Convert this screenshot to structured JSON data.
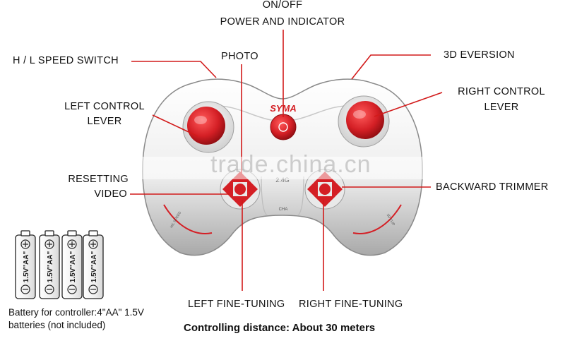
{
  "labels": {
    "on_off": "ON/OFF",
    "power_indicator": "POWER AND INDICATOR",
    "speed_switch": "H / L SPEED SWITCH",
    "photo": "PHOTO",
    "eversion": "3D EVERSION",
    "left_lever_1": "LEFT CONTROL",
    "left_lever_2": "LEVER",
    "right_lever_1": "RIGHT CONTROL",
    "right_lever_2": "LEVER",
    "resetting": "RESETTING",
    "video": "VIDEO",
    "backward_trimmer": "BACKWARD TRIMMER",
    "left_fine_tuning": "LEFT FINE-TUNING",
    "right_fine_tuning": "RIGHT FINE-TUNING"
  },
  "brand": "SYMA",
  "frequency_mark": "2.4G",
  "channel_mark": "CHA",
  "speed_mark_left": "H/L SPEED",
  "speed_mark_right": "3D FLIP",
  "battery_label": "1.5V\"AA\"",
  "battery_note_1": "Battery for controller:4\"AA\" 1.5V",
  "battery_note_2": "batteries (not included)",
  "distance": "Controlling distance: About 30 meters",
  "watermark": "trade.china.cn",
  "colors": {
    "callout_line": "#d21a1a",
    "button_red": "#d41f25",
    "body_white": "#f4f4f4",
    "body_shadow": "#9c9c9c"
  }
}
